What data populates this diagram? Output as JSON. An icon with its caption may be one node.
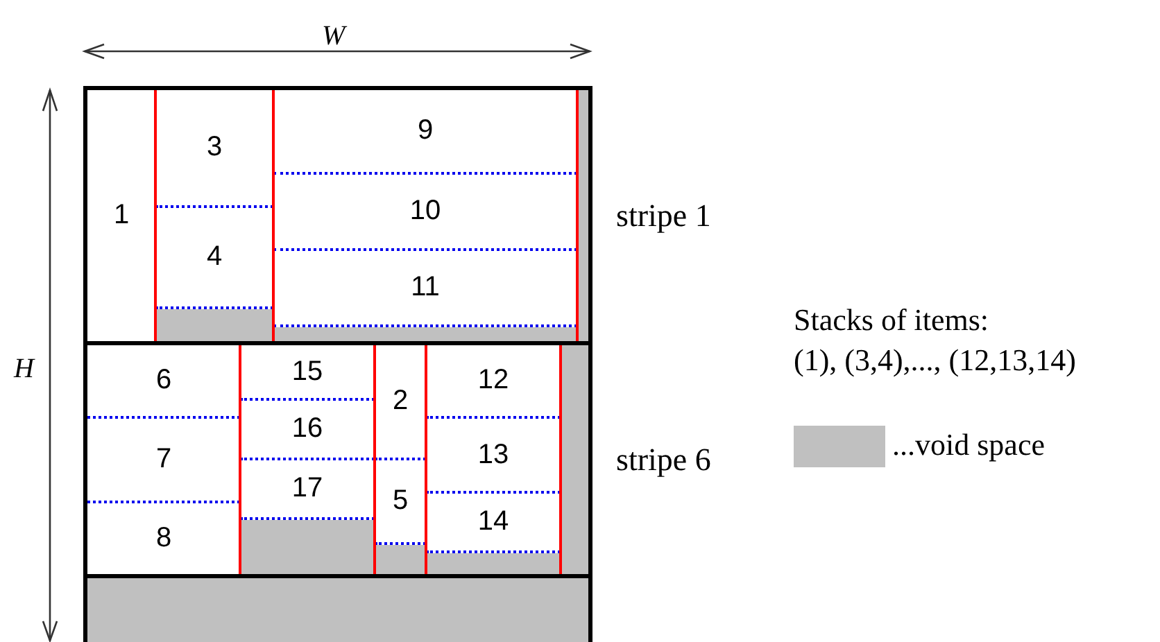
{
  "diagram": {
    "nodes": [
      {
        "text": [],
        "shape": "box"
      },
      {
        "text": [],
        "shape": "box",
        "in": 0,
        "beside": [
          "stripe 1"
        ]
      },
      {
        "text": [
          "1"
        ],
        "in": 1
      },
      {
        "text": [
          "3"
        ],
        "in": 1
      },
      {
        "text": [
          "4"
        ],
        "in": 1
      },
      {
        "text": [
          "9"
        ],
        "in": 1
      },
      {
        "text": [
          "10"
        ],
        "in": 1
      },
      {
        "text": [
          "11"
        ],
        "in": 1
      },
      {
        "text": [],
        "shape": "box",
        "in": 0,
        "beside": [
          "stripe 6"
        ]
      },
      {
        "text": [
          "6"
        ],
        "in": 8
      },
      {
        "text": [
          "7"
        ],
        "in": 8
      },
      {
        "text": [
          "8"
        ],
        "in": 8
      },
      {
        "text": [
          "15"
        ],
        "in": 8
      },
      {
        "text": [
          "16"
        ],
        "in": 8
      },
      {
        "text": [
          "17"
        ],
        "in": 8
      },
      {
        "text": [
          "2"
        ],
        "in": 8
      },
      {
        "text": [
          "5"
        ],
        "in": 8
      },
      {
        "text": [
          "12"
        ],
        "in": 8
      },
      {
        "text": [
          "13"
        ],
        "in": 8
      },
      {
        "text": [
          "14"
        ],
        "in": 8
      }
    ],
    "labels": [
      "W",
      "H",
      "Stacks of items:",
      "(1), (3,4),..., (12,13,14)"
    ],
    "legend": [
      {
        "text": "...void space",
        "color": "#c0c0c0"
      }
    ]
  }
}
